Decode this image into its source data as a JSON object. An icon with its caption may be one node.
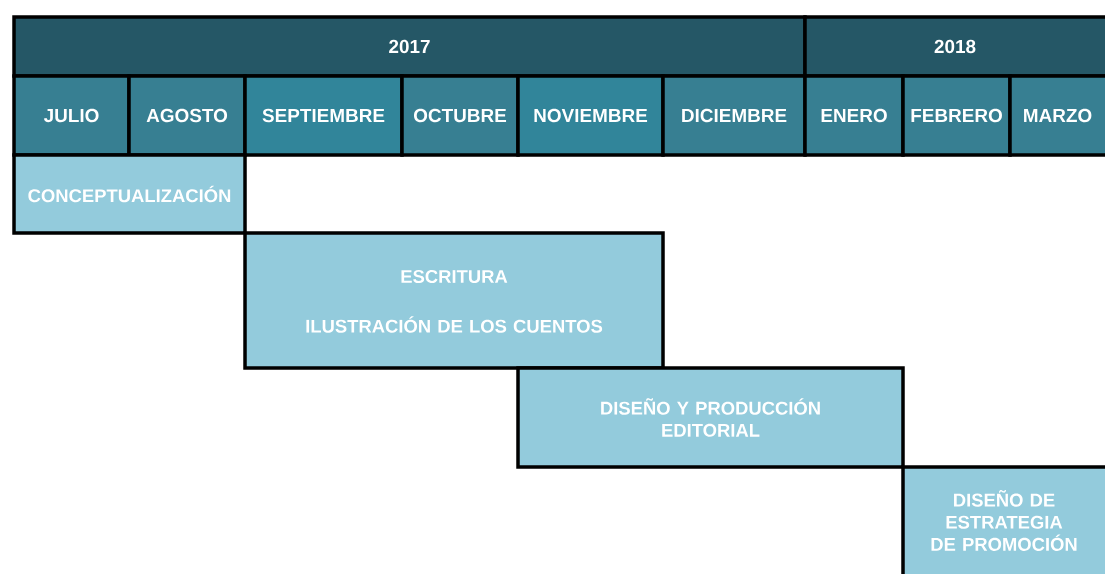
{
  "diagram": {
    "nodes": [
      {
        "text": [
          "2017"
        ]
      },
      {
        "text": [
          "2018"
        ]
      },
      {
        "text": [
          "JULIO"
        ]
      },
      {
        "text": [
          "AGOSTO"
        ]
      },
      {
        "text": [
          "SEPTIEMBRE"
        ]
      },
      {
        "text": [
          "OCTUBRE"
        ]
      },
      {
        "text": [
          "NOVIEMBRE"
        ]
      },
      {
        "text": [
          "DICIEMBRE"
        ]
      },
      {
        "text": [
          "ENERO"
        ]
      },
      {
        "text": [
          "FEBRERO"
        ]
      },
      {
        "text": [
          "MARZO"
        ]
      },
      {
        "text": [
          "CONCEPTUALIZACIÓN"
        ]
      },
      {
        "text": [
          "ESCRITURA",
          "ILUSTRACIÓN DE LOS CUENTOS"
        ]
      },
      {
        "text": [
          "DISEÑO Y PRODUCCIÓN EDITORIAL"
        ]
      },
      {
        "text": [
          "DISEÑO DE ESTRATEGIA DE PROMOCIÓN"
        ]
      }
    ]
  }
}
